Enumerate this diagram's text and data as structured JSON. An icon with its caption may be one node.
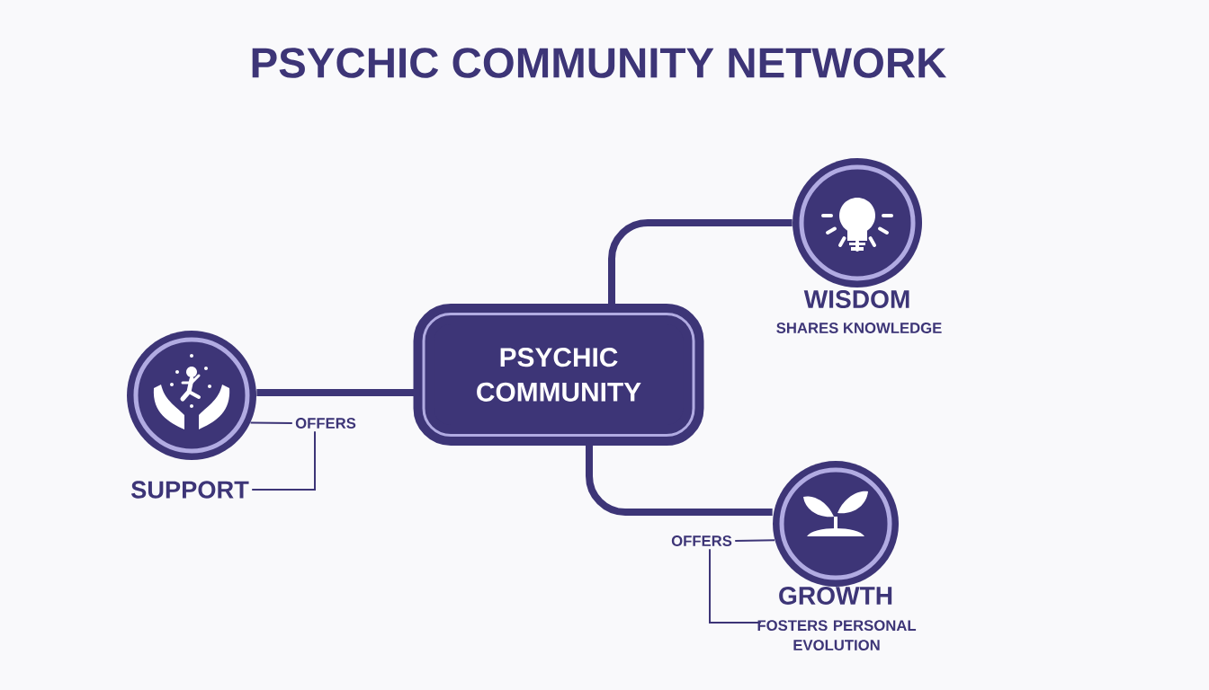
{
  "diagram": {
    "title": "PSYCHIC COMMUNITY NETWORK",
    "nodes": [
      {
        "text": [
          "PSYCHIC COMMUNITY"
        ]
      },
      {
        "text": [
          "WISDOM",
          "SHARES KNOWLEDGE"
        ]
      },
      {
        "text": [],
        "shape": "circle"
      },
      {
        "text": [
          "OFFERS"
        ]
      },
      {
        "text": [
          "SUPPORT"
        ]
      },
      {
        "text": [],
        "shape": "circle"
      },
      {
        "text": [
          "OFFERS"
        ]
      },
      {
        "text": [
          "GROWTH",
          "FOSTERS PERSONAL EVOLUTION"
        ]
      }
    ],
    "edges": [
      {
        "from": 0,
        "to": 1,
        "arrow": "none",
        "style": "thick"
      },
      {
        "from": 0,
        "to": 2,
        "arrow": "none",
        "style": "thick"
      },
      {
        "from": 0,
        "to": 5,
        "arrow": "none",
        "style": "thick"
      },
      {
        "from": 2,
        "to": 3,
        "arrow": "none"
      },
      {
        "from": 3,
        "to": 4,
        "arrow": "none"
      },
      {
        "from": 5,
        "to": 6,
        "arrow": "none"
      },
      {
        "from": 6,
        "to": 7,
        "arrow": "none"
      }
    ]
  }
}
